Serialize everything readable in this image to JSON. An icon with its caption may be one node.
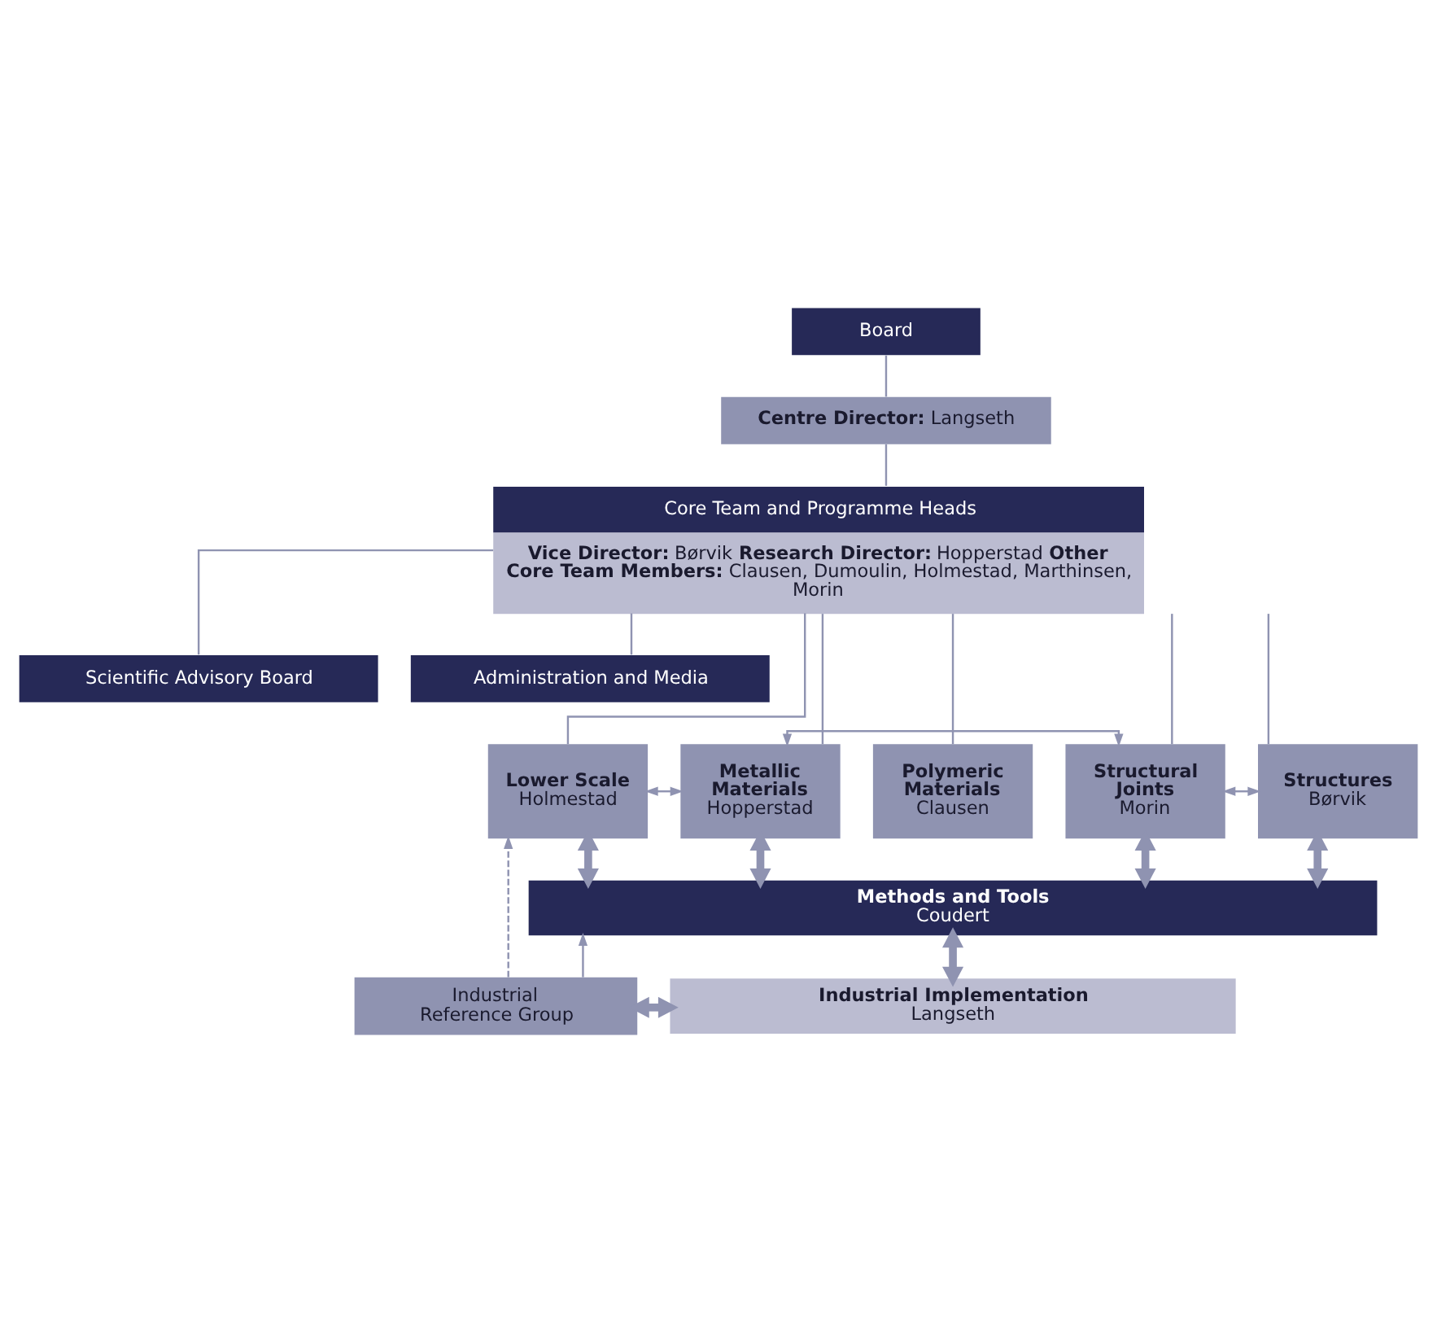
{
  "diagram": {
    "nodes": [
      {
        "text": [
          "Board"
        ]
      },
      {
        "text": [
          "**Centre Director:** Langseth"
        ]
      },
      {
        "text": [
          "Core Team and Programme Heads",
          "**Vice Director:** Børvik **Research Director:** Hopperstad **Other Core Team Members:** Clausen, Dumoulin, Holmestad, Marthinsen, Morin"
        ]
      },
      {
        "text": [
          "Scientific Advisory Board"
        ]
      },
      {
        "text": [
          "Administration and Media"
        ]
      },
      {
        "text": [
          "Lower Scale",
          "Holmestad"
        ]
      },
      {
        "text": [
          "Metallic Materials",
          "Hopperstad"
        ]
      },
      {
        "text": [
          "Polymeric Materials",
          "Clausen"
        ]
      },
      {
        "text": [
          "Structural Joints",
          "Morin"
        ]
      },
      {
        "text": [
          "Structures",
          "Børvik"
        ]
      },
      {
        "text": [
          "Methods and Tools",
          "Coudert"
        ]
      },
      {
        "text": [
          "Industrial Reference Group"
        ]
      },
      {
        "text": [
          "Industrial Implementation",
          "Langseth"
        ]
      }
    ],
    "edges": [
      {
        "from": 0,
        "to": 1,
        "arrow": "none"
      },
      {
        "from": 1,
        "to": 2,
        "arrow": "none"
      },
      {
        "from": 2,
        "to": 3,
        "arrow": "none"
      },
      {
        "from": 2,
        "to": 4,
        "arrow": "none"
      },
      {
        "from": 2,
        "to": 5,
        "arrow": "none"
      },
      {
        "from": 2,
        "to": 6,
        "arrow": "none"
      },
      {
        "from": 2,
        "to": 7,
        "arrow": "none"
      },
      {
        "from": 2,
        "to": 8,
        "arrow": "none"
      },
      {
        "from": 2,
        "to": 9,
        "arrow": "none"
      },
      {
        "from": 5,
        "to": 10,
        "arrow": "both",
        "style": "thick"
      },
      {
        "from": 6,
        "to": 10,
        "arrow": "both",
        "style": "thick"
      },
      {
        "from": 8,
        "to": 10,
        "arrow": "both",
        "style": "thick"
      },
      {
        "from": 9,
        "to": 10,
        "arrow": "both",
        "style": "thick"
      },
      {
        "from": 5,
        "to": 6,
        "arrow": "both"
      },
      {
        "from": 6,
        "to": 8,
        "arrow": "both"
      },
      {
        "from": 8,
        "to": 9,
        "arrow": "both"
      },
      {
        "from": 10,
        "to": 12,
        "arrow": "both",
        "style": "thick"
      },
      {
        "from": 11,
        "to": 12,
        "arrow": "both",
        "style": "thick"
      },
      {
        "from": 11,
        "to": 10,
        "arrow": "to"
      },
      {
        "from": 11,
        "to": 5,
        "arrow": "to",
        "style": "dashed"
      }
    ]
  }
}
